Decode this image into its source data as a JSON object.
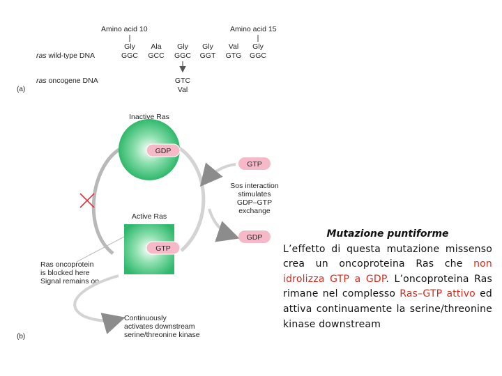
{
  "part_a": {
    "label": "(a)",
    "amino_acid_10": "Amino acid 10",
    "amino_acid_15": "Amino acid 15",
    "wildtype_row_label_italic": "ras",
    "wildtype_row_label_rest": " wild-type DNA",
    "oncogene_row_label_italic": "ras",
    "oncogene_row_label_rest": " oncogene DNA",
    "codons": [
      {
        "aa": "Gly",
        "codon": "GGC"
      },
      {
        "aa": "Ala",
        "codon": "GCC"
      },
      {
        "aa": "Gly",
        "codon": "GGC"
      },
      {
        "aa": "Gly",
        "codon": "GGT"
      },
      {
        "aa": "Val",
        "codon": "GTG"
      },
      {
        "aa": "Gly",
        "codon": "GGC"
      }
    ],
    "mutant_codon": "GTC",
    "mutant_aa": "Val"
  },
  "part_b": {
    "label": "(b)",
    "inactive_ras": "Inactive Ras",
    "active_ras": "Active Ras",
    "gdp_inactive": "GDP",
    "gtp_active": "GTP",
    "gtp_in": "GTP",
    "gdp_out": "GDP",
    "sos_lines": [
      "Sos interaction",
      "stimulates",
      "GDP–GTP",
      "exchange"
    ],
    "blocked_lines": [
      "Ras oncoprotein",
      "is blocked here",
      "Signal remains on"
    ],
    "downstream_lines": [
      "Continuously",
      "activates downstream",
      "serine/threonine kinase"
    ]
  },
  "colors": {
    "green": "#2fb86b",
    "pink": "#f6b9c8",
    "block_x": "#e0303a",
    "red_text": "#d42a1c"
  },
  "caption": {
    "title": "Mutazione puntiforme",
    "p1": "L’effetto di questa mutazione missenso crea un oncoproteina Ras che ",
    "red1": "non idrolizza GTP a GDP",
    "p2": ". L’oncoproteina Ras rimane nel complesso ",
    "red2": "Ras–GTP attivo",
    "p3": " ed attiva continuamente la serine/threonine kinase downstream"
  }
}
